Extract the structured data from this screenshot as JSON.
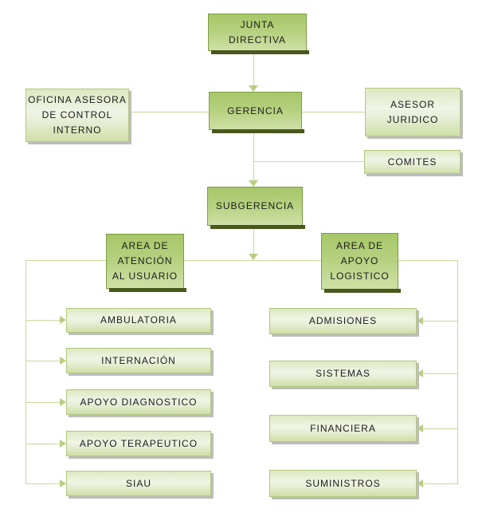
{
  "org_chart": {
    "nodes": {
      "junta": {
        "label": "JUNTA\nDIRECTIVA"
      },
      "oficina": {
        "label": "OFICINA ASESORA\nDE CONTROL\nINTERNO"
      },
      "gerencia": {
        "label": "GERENCIA"
      },
      "asesor": {
        "label": "ASESOR\nJURIDICO"
      },
      "comites": {
        "label": "COMITES"
      },
      "subgerencia": {
        "label": "SUBGERENCIA"
      },
      "area_atencion": {
        "label": "AREA DE\nATENCIÓN\nAL USUARIO"
      },
      "area_apoyo": {
        "label": "AREA DE\nAPOYO\nLOGISTICO"
      },
      "ambulatoria": {
        "label": "AMBULATORIA"
      },
      "internacion": {
        "label": "INTERNACIÓN"
      },
      "apoyo_diagnostico": {
        "label": "APOYO DIAGNOSTICO"
      },
      "apoyo_terapeutico": {
        "label": "APOYO TERAPEUTICO"
      },
      "siau": {
        "label": "SIAU"
      },
      "admisiones": {
        "label": "ADMISIONES"
      },
      "sistemas": {
        "label": "SISTEMAS"
      },
      "financiera": {
        "label": "FINANCIERA"
      },
      "suministros": {
        "label": "SUMINISTROS"
      }
    },
    "edges": [
      {
        "from": "junta",
        "to": "gerencia",
        "arrow": true
      },
      {
        "from": "oficina",
        "to": "gerencia",
        "arrow": false
      },
      {
        "from": "gerencia",
        "to": "asesor",
        "arrow": false
      },
      {
        "from": "gerencia",
        "to": "comites",
        "arrow": false
      },
      {
        "from": "gerencia",
        "to": "subgerencia",
        "arrow": true
      },
      {
        "from": "subgerencia",
        "to": "area_atencion",
        "arrow": true
      },
      {
        "from": "subgerencia",
        "to": "area_apoyo",
        "arrow": true
      },
      {
        "from": "area_atencion",
        "to": "ambulatoria",
        "arrow": true
      },
      {
        "from": "area_atencion",
        "to": "internacion",
        "arrow": true
      },
      {
        "from": "area_atencion",
        "to": "apoyo_diagnostico",
        "arrow": true
      },
      {
        "from": "area_atencion",
        "to": "apoyo_terapeutico",
        "arrow": true
      },
      {
        "from": "area_atencion",
        "to": "siau",
        "arrow": true
      },
      {
        "from": "area_apoyo",
        "to": "admisiones",
        "arrow": true
      },
      {
        "from": "area_apoyo",
        "to": "sistemas",
        "arrow": true
      },
      {
        "from": "area_apoyo",
        "to": "financiera",
        "arrow": true
      },
      {
        "from": "area_apoyo",
        "to": "suministros",
        "arrow": true
      }
    ],
    "palette": {
      "node_dark_top": "#a6c768",
      "node_dark_bottom": "#cfe0a6",
      "node_dark_border": "#7d9c45",
      "node_dark_shadow": "#49581f",
      "node_light_top": "#dde8c2",
      "node_light_mid": "#f0f4e5",
      "node_light_bottom": "#cfdfa6",
      "node_light_border": "#b2c77e",
      "node_light_shadow": "#bdbdbd",
      "connector_line": "#c9d89e",
      "connector_arrow": "#b9cd83",
      "text": "#1b1b1b",
      "background": "#ffffff"
    }
  }
}
